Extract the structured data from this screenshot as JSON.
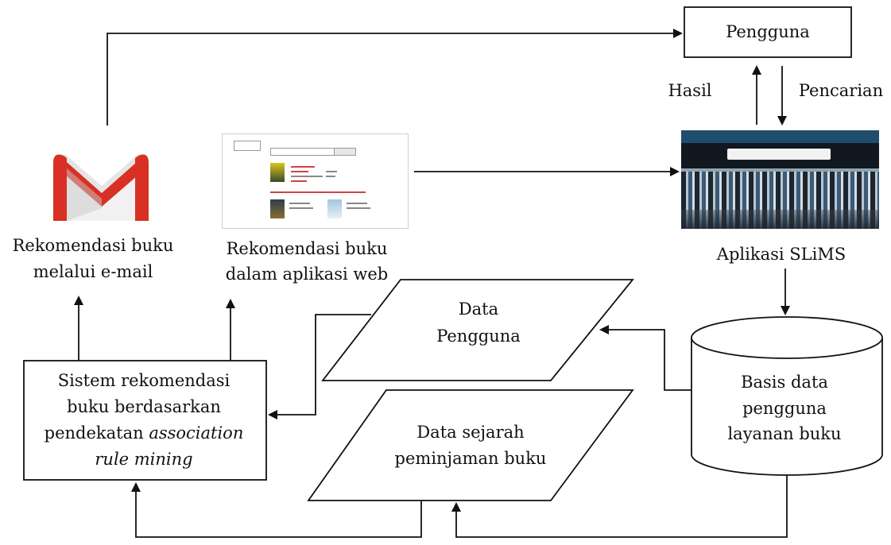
{
  "nodes": {
    "pengguna": "Pengguna",
    "hasil": "Hasil",
    "pencarian": "Pencarian",
    "email_label": [
      "Rekomendasi buku",
      "melalui  e-mail"
    ],
    "web_label": [
      "Rekomendasi buku",
      "dalam aplikasi  web"
    ],
    "slims_label": "Aplikasi SLiMS",
    "data_pengguna": [
      "Data",
      "Pengguna"
    ],
    "basis_data": [
      "Basis data",
      "pengguna",
      "layanan buku"
    ],
    "data_sejarah": [
      "Data sejarah",
      "peminjaman  buku"
    ],
    "sistem": {
      "line1": "Sistem rekomendasi",
      "line2": "buku berdasarkan",
      "line3_plain": "pendekatan ",
      "line3_italic": "association",
      "line4_italic": "rule mining"
    }
  },
  "icons": [
    "gmail-logo-icon",
    "web-app-screenshot",
    "slims-app-screenshot"
  ],
  "colors": {
    "gmail_red": "#d93025",
    "gmail_dark_red": "#b3261e",
    "slims_header": "#1e4e6b"
  }
}
